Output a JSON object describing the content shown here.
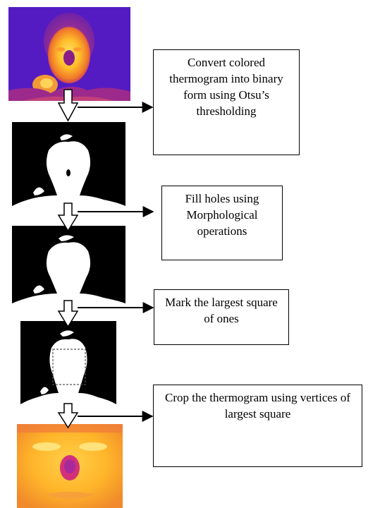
{
  "steps": [
    {
      "text": "Convert colored thermogram into binary form using Otsu’s thresholding"
    },
    {
      "text": "Fill holes using Morphological operations"
    },
    {
      "text": "Mark the largest square of ones"
    },
    {
      "text": "Crop the thermogram using vertices of largest square"
    }
  ],
  "images": [
    {
      "kind": "thermogram"
    },
    {
      "kind": "binary-with-holes"
    },
    {
      "kind": "binary-filled"
    },
    {
      "kind": "binary-with-square"
    },
    {
      "kind": "cropped-thermogram"
    }
  ],
  "colors": {
    "stroke": "#000000",
    "background": "#ffffff"
  }
}
